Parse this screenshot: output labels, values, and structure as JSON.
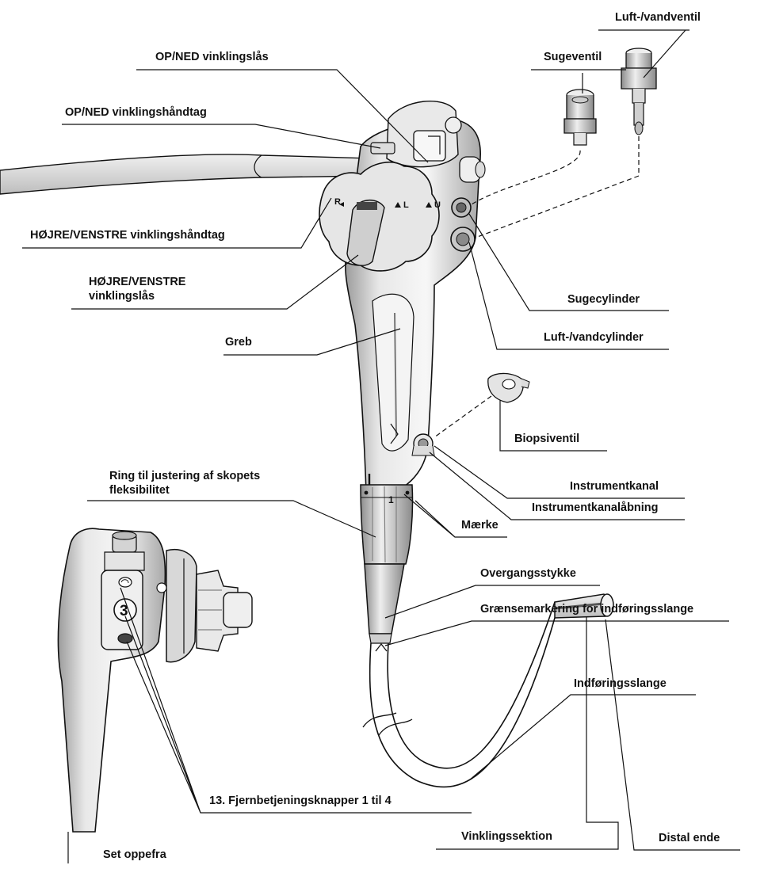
{
  "labels": {
    "air_water_valve": "Luft-/vandventil",
    "up_down_lock": "OP/NED vinklingslås",
    "suction_valve": "Sugeventil",
    "up_down_knob": "OP/NED vinklingshåndtag",
    "right_left_knob": "HØJRE/VENSTRE vinklingshåndtag",
    "right_left_lock_line1": "HØJRE/VENSTRE",
    "right_left_lock_line2": "vinklingslås",
    "suction_cylinder": "Sugecylinder",
    "air_water_cylinder": "Luft-/vandcylinder",
    "grip": "Greb",
    "biopsy_valve": "Biopsiventil",
    "flex_ring_line1": "Ring til justering af skopets",
    "flex_ring_line2": "fleksibilitet",
    "instrument_channel": "Instrumentkanal",
    "instrument_channel_opening": "Instrumentkanalåbning",
    "mark": "Mærke",
    "boot": "Overgangsstykke",
    "insertion_limit_mark": "Grænsemarkering for indføringsslange",
    "insertion_tube": "Indføringsslange",
    "remote_buttons": "13. Fjernbetjeningsknapper 1 til 4",
    "bending_section": "Vinklingssektion",
    "distal_end": "Distal ende",
    "top_view": "Set oppefra"
  },
  "markings": {
    "button_number": "3",
    "knob_letter_r": "R",
    "knob_letter_l": "L",
    "knob_letter_u": "U",
    "ring_mark": "1"
  },
  "colors": {
    "line": "#111111",
    "fill": "#ffffff",
    "shade": "#dedede",
    "dark": "#9a9a9a"
  }
}
